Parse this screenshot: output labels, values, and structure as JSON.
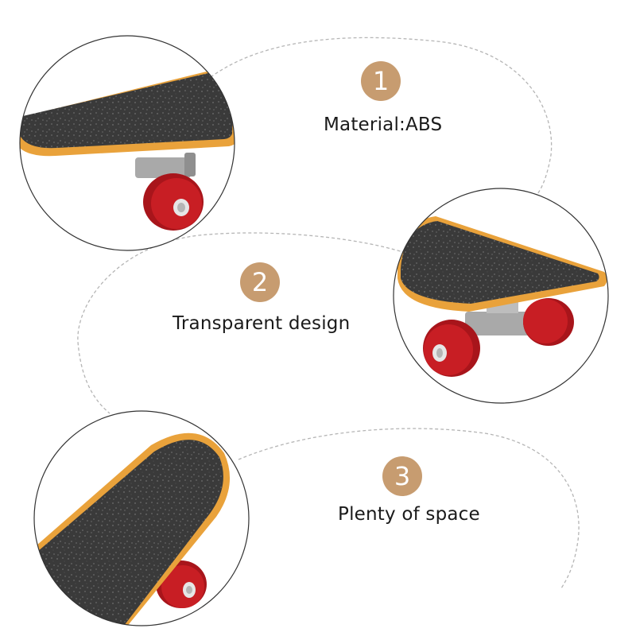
{
  "features": [
    {
      "number": "1",
      "label": "Material:ABS"
    },
    {
      "number": "2",
      "label": "Transparent design"
    },
    {
      "number": "3",
      "label": "Plenty of space"
    }
  ],
  "colors": {
    "badge": "#c79c70",
    "grip_tape": "#3a3a3a",
    "deck_edge": "#e9a23b",
    "wheel": "#c81e24",
    "truck": "#a9a9a9",
    "dashed_outline": "#b5b5b5",
    "circle_border": "#333333"
  },
  "images": [
    {
      "subject": "skateboard-close-up-wheel-underside"
    },
    {
      "subject": "skateboard-side-view-wheels"
    },
    {
      "subject": "skateboard-nose-top-view"
    }
  ]
}
